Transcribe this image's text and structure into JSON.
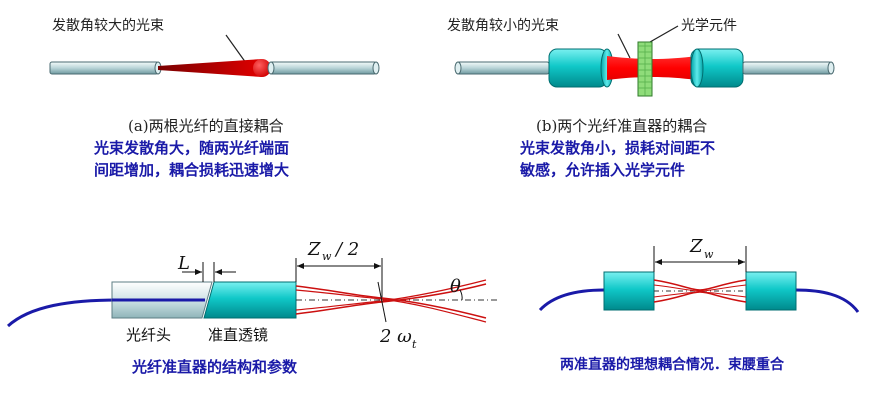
{
  "panel_a": {
    "beam_label": "发散角较大的光束",
    "caption": "(a)两根光纤的直接耦合",
    "note_line1": "光束发散角大，随两光纤端面",
    "note_line2": "间距增加，耦合损耗迅速增大"
  },
  "panel_b": {
    "beam_label": "发散角较小的光束",
    "element_label": "光学元件",
    "caption": "(b)两个光纤准直器的耦合",
    "note_line1": "光束发散角小，损耗对间距不",
    "note_line2": "敏感，允许插入光学元件"
  },
  "panel_c": {
    "gap_symbol": "L",
    "zw_half_main": "Z",
    "zw_half_sub": "w",
    "zw_half_tail": "/ 2",
    "theta_symbol": "θ",
    "waist_main": "2 ω",
    "waist_sub": "t",
    "fiber_head_label": "光纤头",
    "lens_label": "准直透镜",
    "caption": "光纤准直器的结构和参数"
  },
  "panel_d": {
    "zw_main": "Z",
    "zw_sub": "w",
    "caption": "两准直器的理想耦合情况．束腰重合"
  },
  "colors": {
    "cyan": "#00c8c8",
    "cyan_dark": "#008c8c",
    "beam_red": "#cc0000",
    "fiber_blue": "#1a1aa8",
    "caption_blue": "#1a1aa8",
    "element_green": "#8fdc7a"
  }
}
